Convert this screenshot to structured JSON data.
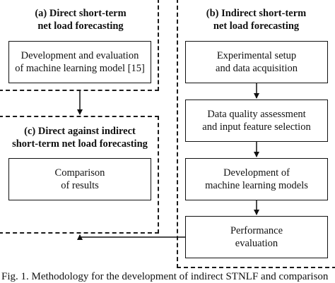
{
  "panel_a": {
    "title": "(a) Direct short-term\nnet load forecasting",
    "boxes": [
      "Development and evaluation\nof machine learning model [15]"
    ]
  },
  "panel_b": {
    "title": "(b) Indirect short-term\nnet load forecasting",
    "boxes": [
      "Experimental setup\nand data acquisition",
      "Data quality assessment\nand input feature selection",
      "Development of\nmachine learning models",
      "Performance\nevaluation"
    ]
  },
  "panel_c": {
    "title": "(c) Direct against indirect\nshort-term net load forecasting",
    "boxes": [
      "Comparison\nof results"
    ]
  },
  "caption": "Fig. 1. Methodology for the development of indirect STNLF and comparison"
}
